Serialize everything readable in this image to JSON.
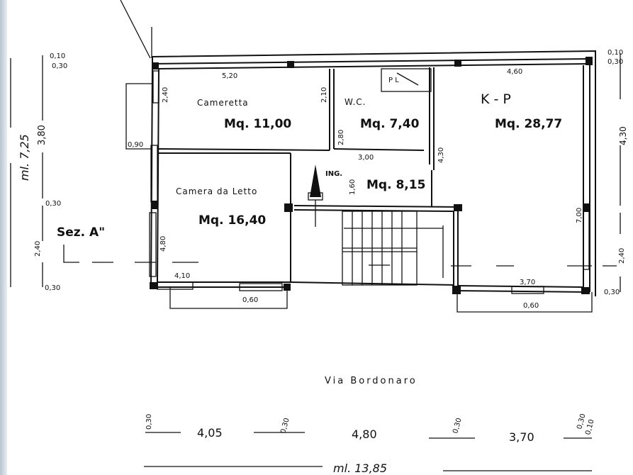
{
  "rooms": {
    "cameretta": {
      "name": "Cameretta",
      "area": "Mq. 11,00",
      "width": "5,20",
      "height": "2,40"
    },
    "wc": {
      "name": "W.C.",
      "area": "Mq. 7,40",
      "width": "3,00",
      "height": "2,80",
      "top": "2,10",
      "fixture": "P  L"
    },
    "kp": {
      "name": "K - P",
      "area": "Mq. 28,77",
      "width": "4,60",
      "height": "7,00",
      "side": "4,30"
    },
    "camera": {
      "name": "Camera da Letto",
      "area": "Mq. 16,40",
      "width": "4,10",
      "height": "4,80"
    },
    "ingresso": {
      "name": "ING.",
      "area": "Mq. 8,15",
      "depth": "1,60"
    }
  },
  "section_label": "Sez. A\"",
  "street": "Via Bordonaro",
  "balconies": {
    "left": "0,90",
    "bottom_left": "0,60",
    "bottom_right": "0,60",
    "window_right": "3,70"
  },
  "left_dims": {
    "total": "ml. 7,25",
    "segments": [
      "0,10",
      "0,30",
      "3,80",
      "0,30",
      "2,40",
      "0,30"
    ]
  },
  "right_dims": {
    "segments": [
      "0,10",
      "0,30",
      "4,30",
      "2,40",
      "0,30"
    ]
  },
  "bottom_dims": {
    "segments": [
      "0,30",
      "4,05",
      "0,30",
      "4,80",
      "0,30",
      "3,70",
      "0,30",
      "0,10"
    ],
    "total": "ml. 13,85"
  }
}
